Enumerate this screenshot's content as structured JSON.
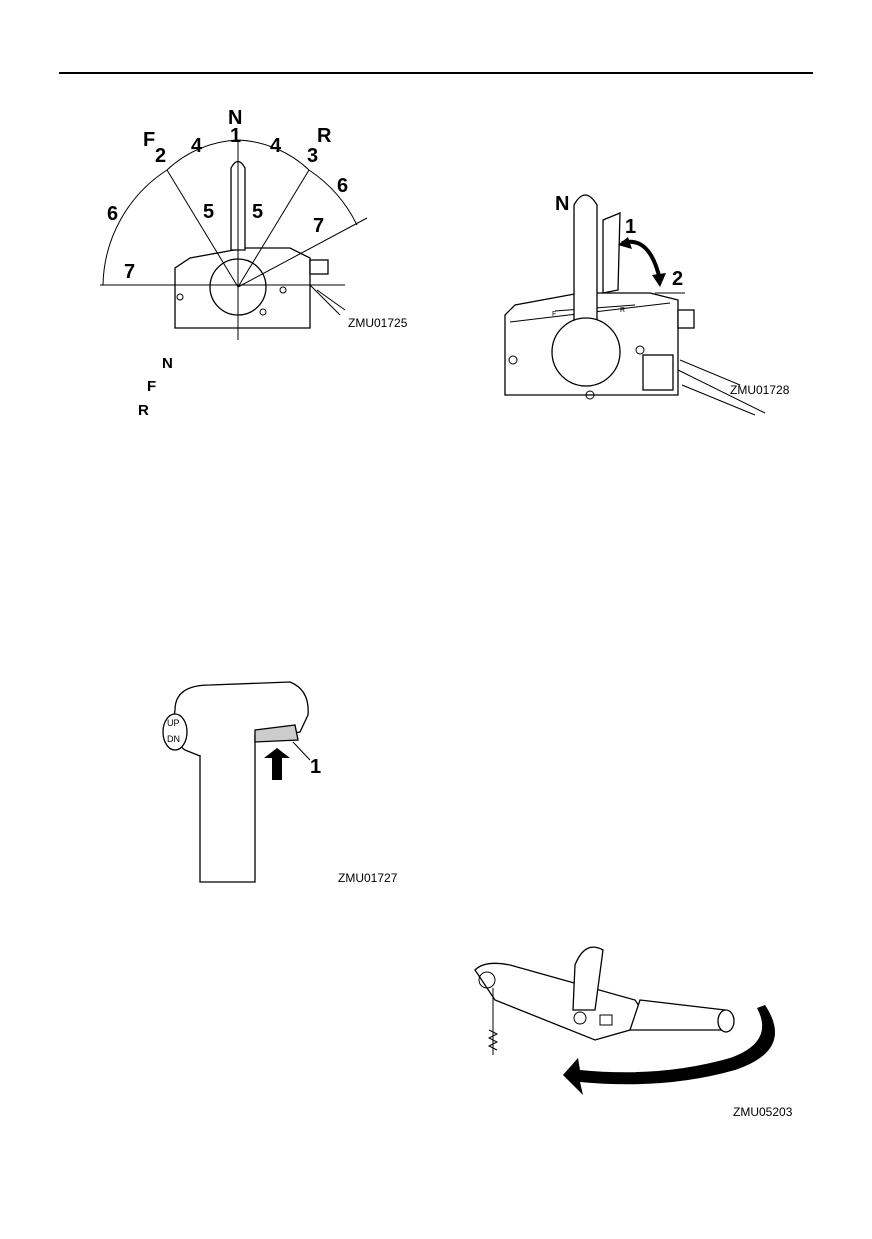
{
  "figures": [
    {
      "code": "ZMU01725",
      "labels": {
        "n": "N",
        "f": "F",
        "r": "R",
        "l1": "1",
        "l2": "2",
        "l3": "3",
        "l4a": "4",
        "l4b": "4",
        "l5a": "5",
        "l5b": "5",
        "l6a": "6",
        "l6b": "6",
        "l7a": "7",
        "l7b": "7"
      },
      "legend": [
        "N",
        "F",
        "R"
      ]
    },
    {
      "code": "ZMU01728",
      "labels": {
        "n": "N",
        "l1": "1",
        "l2": "2",
        "f": "F",
        "r": "R"
      }
    },
    {
      "code": "ZMU01727",
      "labels": {
        "up": "UP",
        "dn": "DN",
        "l1": "1"
      }
    },
    {
      "code": "ZMU05203"
    }
  ]
}
